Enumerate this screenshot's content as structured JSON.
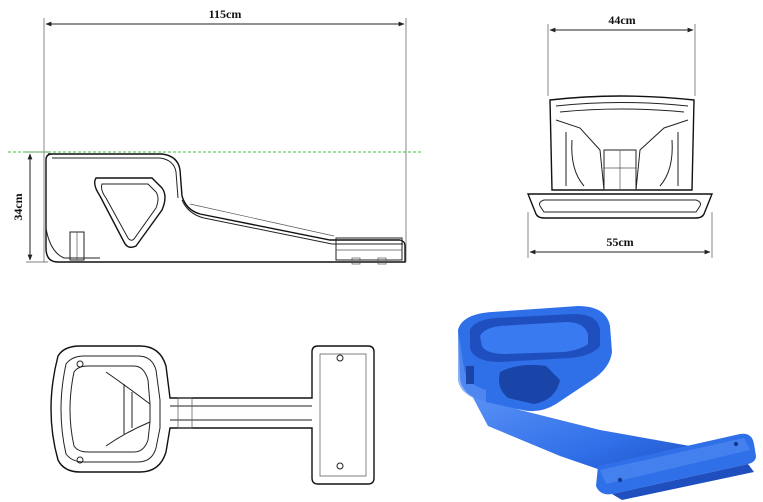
{
  "dimensions": {
    "length": "115cm",
    "height": "34cm",
    "top_width": "44cm",
    "bottom_width": "55cm"
  },
  "colors": {
    "render_blue": "#2f6fe8",
    "render_blue_dark": "#1f4fbf",
    "render_blue_light": "#5b92f5",
    "guide_green": "#3cbf3c"
  }
}
